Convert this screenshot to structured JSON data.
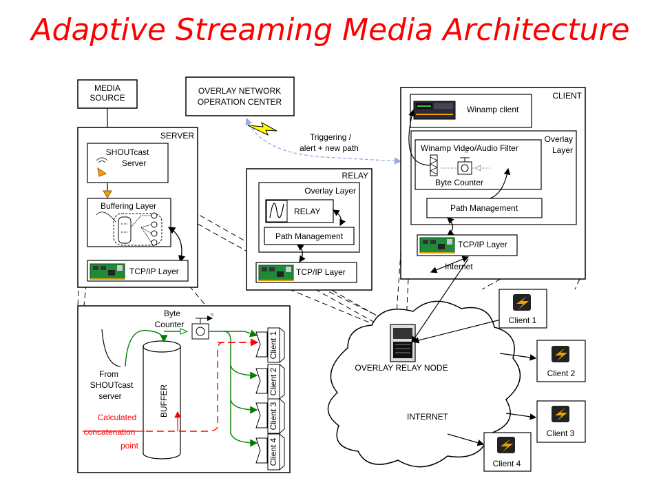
{
  "title": "Adaptive Streaming Media Architecture",
  "labels": {
    "media_source_1": "MEDIA",
    "media_source_2": "SOURCE",
    "noc_1": "OVERLAY NETWORK",
    "noc_2": "OPERATION CENTER",
    "trigger_1": "Triggering /",
    "trigger_2": "alert + new path",
    "server": "SERVER",
    "shoutcast_1": "SHOUTcast",
    "shoutcast_2": "Server",
    "buffering_layer": "Buffering Layer",
    "tcpip": "TCP/IP Layer",
    "relay": "RELAY",
    "overlay_layer": "Overlay Layer",
    "relay_inner": "RELAY",
    "path_management": "Path Management",
    "client": "CLIENT",
    "winamp_client": "Winamp client",
    "overlay_1": "Overlay",
    "overlay_2": "Layer",
    "winamp_filter": "Winamp Video/Audio Filter",
    "byte_counter": "Byte Counter",
    "internet_small": "Internet",
    "byte_counter_1": "Byte",
    "byte_counter_2": "Counter",
    "from_1": "From",
    "from_2": "SHOUTcast",
    "from_3": "server",
    "buffer": "BUFFER",
    "calc_1": "Calculated",
    "calc_2": "concatenation",
    "calc_3": "point",
    "queue_1": "Client 1",
    "queue_2": "Client 2",
    "queue_3": "Client 3",
    "queue_4": "Client 4",
    "overlay_relay_node": "OVERLAY RELAY NODE",
    "internet": "INTERNET",
    "client1": "Client 1",
    "client2": "Client 2",
    "client3": "Client 3",
    "client4": "Client 4",
    "n1": "n",
    "n2": "n"
  },
  "colors": {
    "title": "#ff0000",
    "green_flow": "#008000",
    "red_flow": "#ff0000",
    "trigger_arrow": "#9aa9e6",
    "lightning": "#ffff00",
    "card_green": "#1f8a3a",
    "winamp_orange": "#f0a000"
  }
}
